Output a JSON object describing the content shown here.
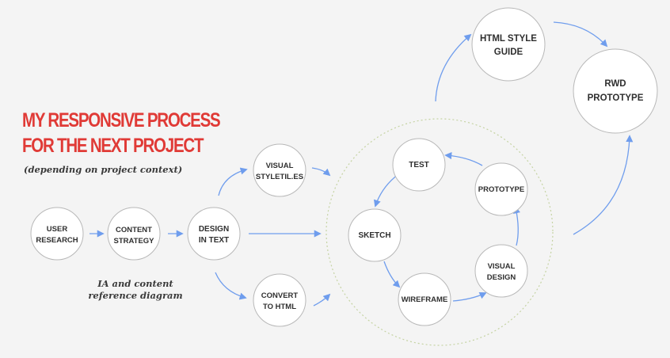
{
  "title": {
    "line1": "MY RESPONSIVE PROCESS",
    "line2": "FOR THE NEXT PROJECT"
  },
  "subtitle": "(depending on project context)",
  "note": "IA and content reference diagram",
  "nodes": {
    "user_research": [
      "USER",
      "RESEARCH"
    ],
    "content_strategy": [
      "CONTENT",
      "STRATEGY"
    ],
    "design_in_text": [
      "DESIGN",
      "IN TEXT"
    ],
    "visual_styletiles": [
      "VISUAL",
      "STYLETIL.ES"
    ],
    "convert_to_html": [
      "CONVERT",
      "TO HTML"
    ],
    "test": [
      "TEST"
    ],
    "prototype": [
      "PROTOTYPE"
    ],
    "sketch": [
      "SKETCH"
    ],
    "wireframe": [
      "WIREFRAME"
    ],
    "visual_design": [
      "VISUAL",
      "DESIGN"
    ],
    "html_style_guide": [
      "HTML STYLE",
      "GUIDE"
    ],
    "rwd_prototype": [
      "RWD",
      "PROTOTYPE"
    ]
  },
  "colors": {
    "title": "#e03a36",
    "arrow": "#6f9ded",
    "node_stroke": "#b8b8b8",
    "loop_stroke": "#c5d3a3"
  }
}
